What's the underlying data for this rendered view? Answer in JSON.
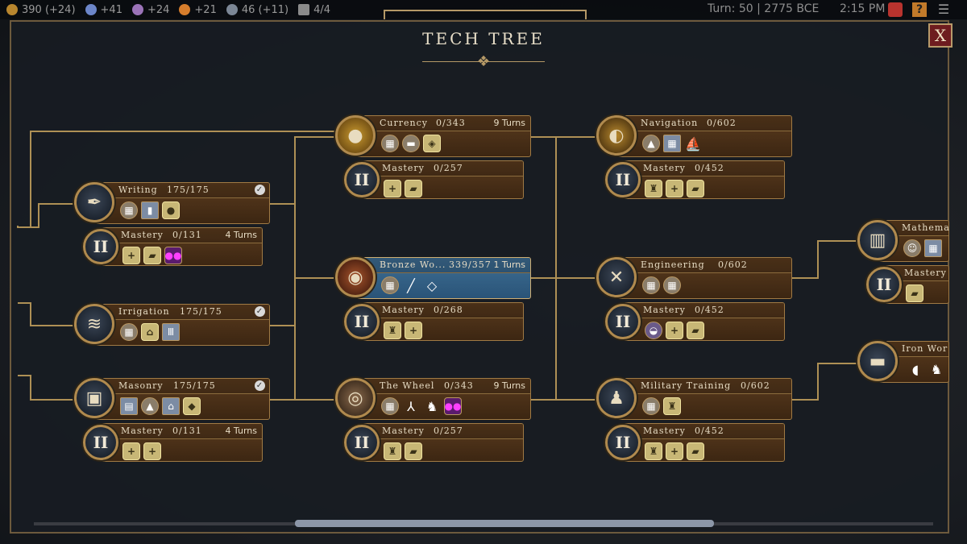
{
  "topbar": {
    "gold": "390 (+24)",
    "science": "+41",
    "culture": "+24",
    "happiness": "+21",
    "influence": "46 (+11)",
    "settlements": "4/4",
    "turn": "Turn: 50",
    "era_year": "2775 BCE",
    "clock": "2:15 PM",
    "icons": [
      "gold-icon",
      "science-flask-icon",
      "culture-music-icon",
      "happiness-face-icon",
      "influence-globe-icon",
      "settlement-icon",
      "advisor-icon",
      "help-icon",
      "menu-icon"
    ]
  },
  "panel": {
    "title": "TECH TREE",
    "close_label": "X"
  },
  "techs": {
    "writing": {
      "name": "Writing",
      "progress": "175/175",
      "mastery_name": "Mastery",
      "mastery_progress": "0/131",
      "mastery_turns": "4 Turns",
      "icon": "quill-icon"
    },
    "irrigation": {
      "name": "Irrigation",
      "progress": "175/175",
      "icon": "canal-icon"
    },
    "masonry": {
      "name": "Masonry",
      "progress": "175/175",
      "mastery_name": "Mastery",
      "mastery_progress": "0/131",
      "mastery_turns": "4 Turns",
      "icon": "stone-block-icon"
    },
    "currency": {
      "name": "Currency",
      "progress": "0/343",
      "turns": "9 Turns",
      "mastery_name": "Mastery",
      "mastery_progress": "0/257",
      "icon": "coin-icon"
    },
    "bronze_working": {
      "name": "Bronze Wo...",
      "progress": "339/357",
      "turns": "1 Turns",
      "mastery_name": "Mastery",
      "mastery_progress": "0/268",
      "icon": "bronze-helmet-icon"
    },
    "the_wheel": {
      "name": "The Wheel",
      "progress": "0/343",
      "turns": "9 Turns",
      "mastery_name": "Mastery",
      "mastery_progress": "0/257",
      "icon": "wheel-icon"
    },
    "navigation": {
      "name": "Navigation",
      "progress": "0/602",
      "mastery_name": "Mastery",
      "mastery_progress": "0/452",
      "icon": "compass-icon"
    },
    "engineering": {
      "name": "Engineering",
      "progress": "0/602",
      "mastery_name": "Mastery",
      "mastery_progress": "0/452",
      "icon": "tools-icon"
    },
    "military_training": {
      "name": "Military Training",
      "progress": "0/602",
      "mastery_name": "Mastery",
      "mastery_progress": "0/452",
      "icon": "soldier-icon"
    },
    "mathematics": {
      "name": "Mathema",
      "mastery_name": "Mastery",
      "icon": "abacus-icon"
    },
    "iron_working": {
      "name": "Iron Wor",
      "icon": "iron-icon"
    }
  },
  "mastery_numeral": "II",
  "colors": {
    "line": "#c9a55e",
    "bar": "#4a3018",
    "selected_bar": "#3e6e94",
    "close_bg": "#6e1c1f"
  }
}
